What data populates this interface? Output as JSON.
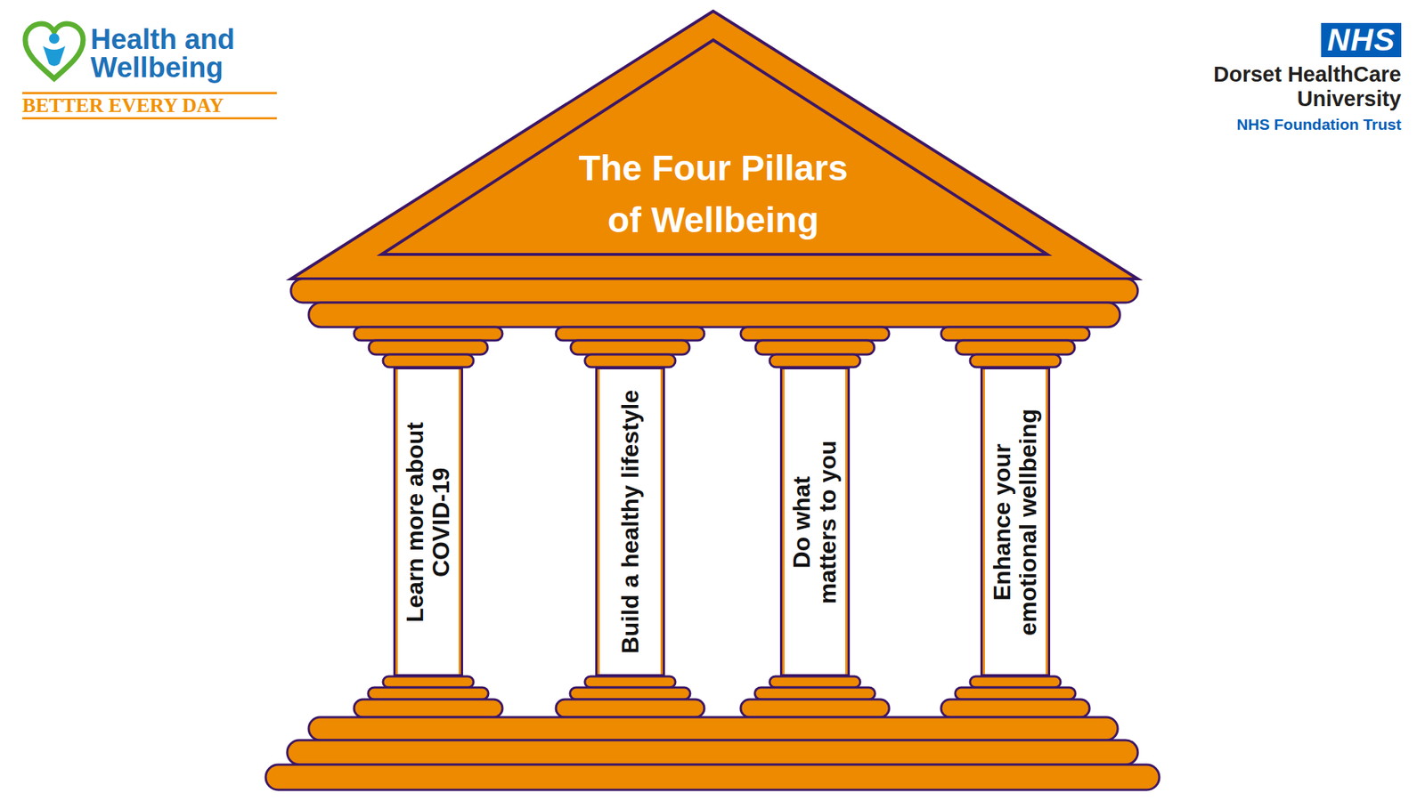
{
  "diagram": {
    "title": "The Four Pillars of Wellbeing",
    "nodes": [
      {
        "text": [
          "Learn more about COVID-19"
        ]
      },
      {
        "text": [
          "Build a healthy lifestyle"
        ]
      },
      {
        "text": [
          "Do what matters to you"
        ]
      },
      {
        "text": [
          "Enhance your emotional wellbeing"
        ]
      }
    ],
    "labels": [
      "Health and Wellbeing",
      "BETTER EVERY DAY",
      "NHS",
      "Dorset HealthCare University",
      "NHS Foundation Trust"
    ]
  }
}
